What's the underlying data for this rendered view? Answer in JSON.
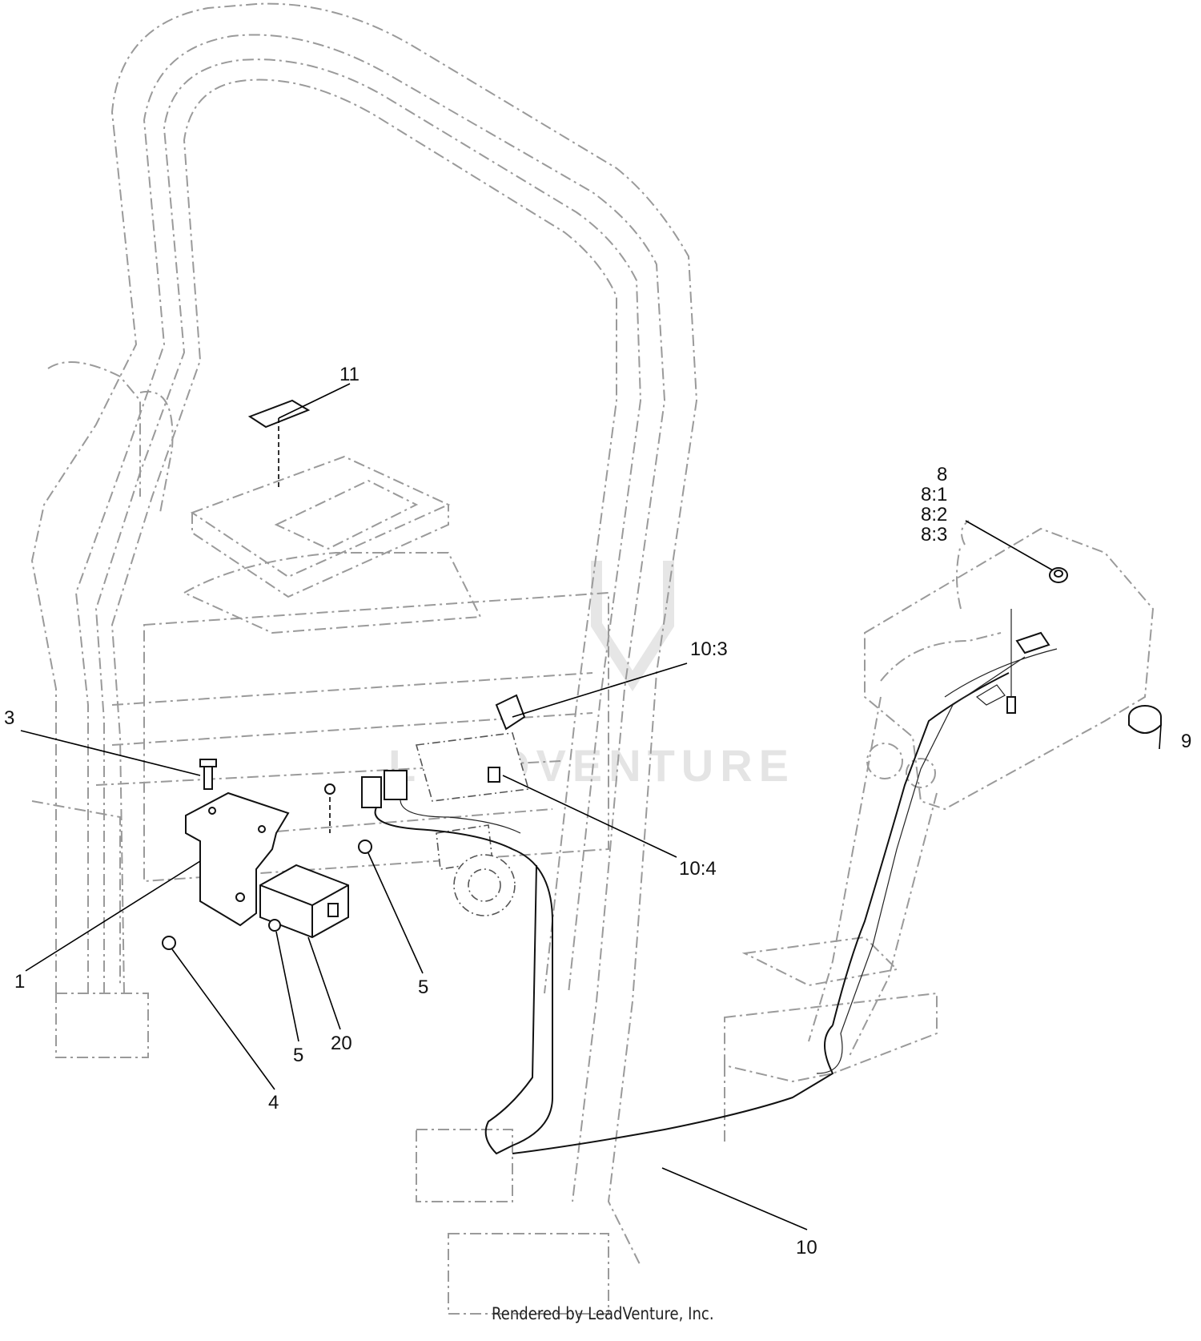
{
  "callouts": {
    "c1": "1",
    "c3": "3",
    "c4": "4",
    "c5a": "5",
    "c5b": "5",
    "c9": "9",
    "c10": "10",
    "c10_3": "10:3",
    "c10_4": "10:4",
    "c11": "11",
    "c20": "20",
    "c8": "8",
    "c8_1": "8:1",
    "c8_2": "8:2",
    "c8_3": "8:3"
  },
  "watermark": "LEADVENTURE",
  "footer": "Rendered by LeadVenture, Inc."
}
